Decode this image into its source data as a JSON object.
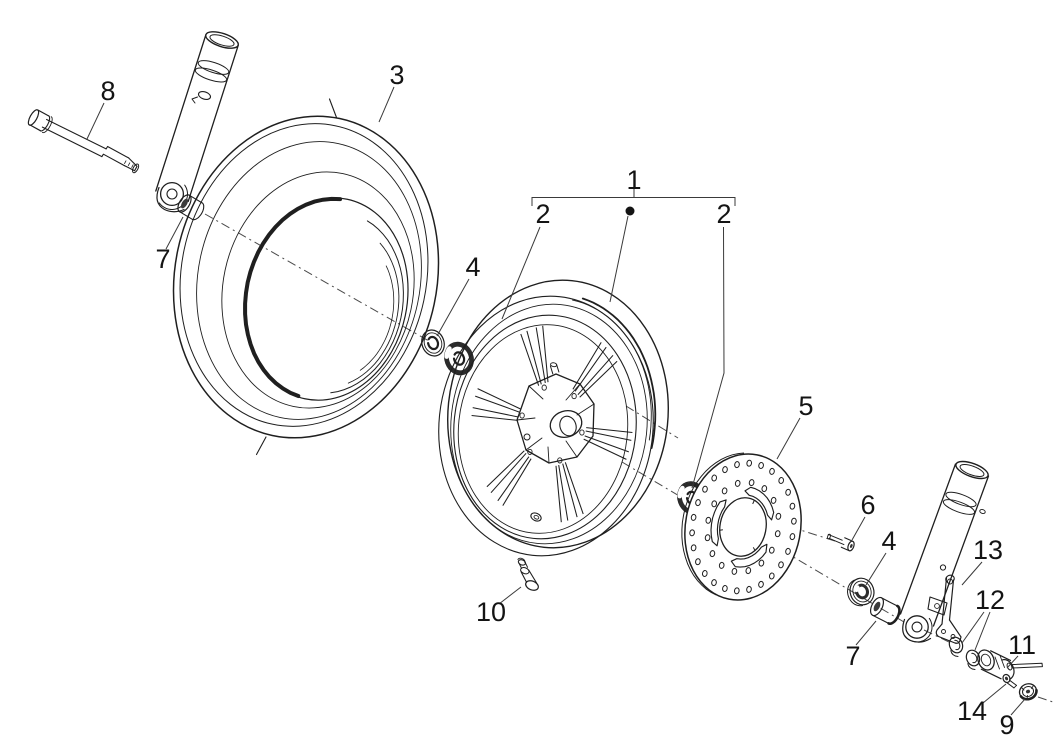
{
  "diagram": {
    "type": "exploded-parts-diagram",
    "subject": "front wheel assembly",
    "background_color": "#ffffff",
    "line_color": "#1f1f1f",
    "callouts": {
      "1": "1",
      "2a": "2",
      "2b": "2",
      "3": "3",
      "4a": "4",
      "4b": "4",
      "5": "5",
      "6": "6",
      "7a": "7",
      "7b": "7",
      "8": "8",
      "9": "9",
      "10": "10",
      "11": "11",
      "12": "12",
      "13": "13",
      "14": "14"
    }
  }
}
